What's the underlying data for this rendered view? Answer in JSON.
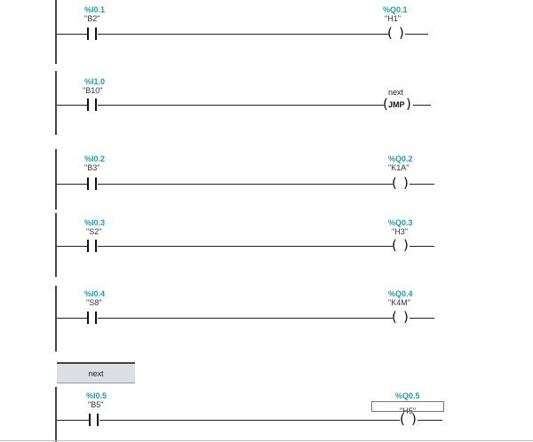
{
  "networks": [
    {
      "contact": {
        "address": "%I0.1",
        "tag": "\"B2\""
      },
      "output": {
        "type": "coil",
        "address": "%Q0.1",
        "tag": "\"H1\""
      }
    },
    {
      "contact": {
        "address": "%I1.0",
        "tag": "\"B10\""
      },
      "output": {
        "type": "jump",
        "target": "next",
        "label": "JMP"
      }
    },
    {
      "contact": {
        "address": "%I0.2",
        "tag": "\"B3\""
      },
      "output": {
        "type": "coil",
        "address": "%Q0.2",
        "tag": "\"K1A\""
      }
    },
    {
      "contact": {
        "address": "%I0.3",
        "tag": "\"S2\""
      },
      "output": {
        "type": "coil",
        "address": "%Q0.3",
        "tag": "\"H3\""
      }
    },
    {
      "contact": {
        "address": "%I0.4",
        "tag": "\"S8\""
      },
      "output": {
        "type": "coil",
        "address": "%Q0.4",
        "tag": "\"K4M\""
      }
    },
    {
      "jump_label": "next",
      "contact": {
        "address": "%I0.5",
        "tag": "\"B5\""
      },
      "output": {
        "type": "coil",
        "address": "%Q0.5",
        "tag": "\"H5\""
      }
    }
  ],
  "colors": {
    "address": "#1aa0ad",
    "wire": "#222222",
    "label_box": "#dcdfe4"
  }
}
